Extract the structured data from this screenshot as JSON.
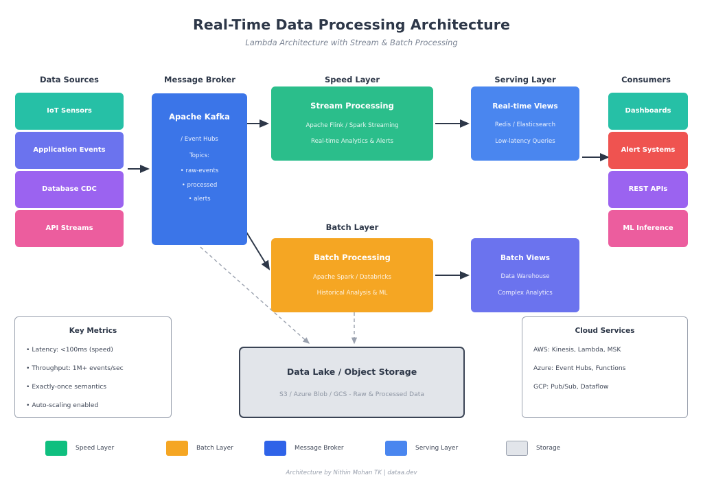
{
  "header": {
    "title": "Real-Time Data Processing Architecture",
    "subtitle": "Lambda Architecture with Stream & Batch Processing"
  },
  "columns": [
    {
      "label": "Data Sources"
    },
    {
      "label": "Message Broker"
    },
    {
      "label": "Speed Layer"
    },
    {
      "label": "Serving Layer"
    },
    {
      "label": "Consumers"
    },
    {
      "label": "Batch Layer"
    }
  ],
  "sources": [
    {
      "label": "IoT Sensors",
      "color": "#26c0a6"
    },
    {
      "label": "Application Events",
      "color": "#6b73ee"
    },
    {
      "label": "Database CDC",
      "color": "#9b63f0"
    },
    {
      "label": "API Streams",
      "color": "#ec5d9e"
    }
  ],
  "broker": {
    "title": "Apache Kafka",
    "subtitle": "/ Event Hubs",
    "topics_label": "Topics:",
    "topics": [
      "• raw-events",
      "• processed",
      "• alerts"
    ],
    "color": "#3b75e8"
  },
  "speed_layer": {
    "title": "Stream Processing",
    "lines": [
      "Apache Flink / Spark Streaming",
      "Real-time Analytics & Alerts"
    ],
    "color": "#2bbe8b"
  },
  "batch_layer": {
    "title": "Batch Processing",
    "lines": [
      "Apache Spark / Databricks",
      "Historical Analysis & ML"
    ],
    "color": "#f5a623"
  },
  "serving": [
    {
      "title": "Real-time Views",
      "lines": [
        "Redis / Elasticsearch",
        "Low-latency Queries"
      ],
      "color": "#4a86ef"
    },
    {
      "title": "Batch Views",
      "lines": [
        "Data Warehouse",
        "Complex Analytics"
      ],
      "color": "#6b73ee"
    }
  ],
  "consumers": [
    {
      "label": "Dashboards",
      "color": "#26c0a6"
    },
    {
      "label": "Alert Systems",
      "color": "#ef5350"
    },
    {
      "label": "REST APIs",
      "color": "#9b63f0"
    },
    {
      "label": "ML Inference",
      "color": "#ec5d9e"
    }
  ],
  "storage": {
    "title": "Data Lake / Object Storage",
    "subtitle": "S3 / Azure Blob / GCS - Raw & Processed Data",
    "fill": "#e2e5ea",
    "border": "#3a4354"
  },
  "key_metrics": {
    "title": "Key Metrics",
    "lines": [
      "• Latency: <100ms (speed)",
      "• Throughput: 1M+ events/sec",
      "• Exactly-once semantics",
      "• Auto-scaling enabled"
    ]
  },
  "cloud_services": {
    "title": "Cloud Services",
    "lines": [
      "AWS: Kinesis, Lambda, MSK",
      "Azure: Event Hubs, Functions",
      "GCP: Pub/Sub, Dataflow"
    ]
  },
  "legend": [
    {
      "label": "Speed Layer",
      "color": "#0fbf7f"
    },
    {
      "label": "Batch Layer",
      "color": "#f5a623"
    },
    {
      "label": "Message Broker",
      "color": "#2f63e8"
    },
    {
      "label": "Serving Layer",
      "color": "#4a86ef"
    },
    {
      "label": "Storage",
      "color": "#e2e5ea"
    }
  ],
  "footer": {
    "text": "Architecture by Nithin Mohan TK | dataa.dev"
  },
  "arrow_color": "#2d3748",
  "dashed_arrow_color": "#9aa1ae"
}
